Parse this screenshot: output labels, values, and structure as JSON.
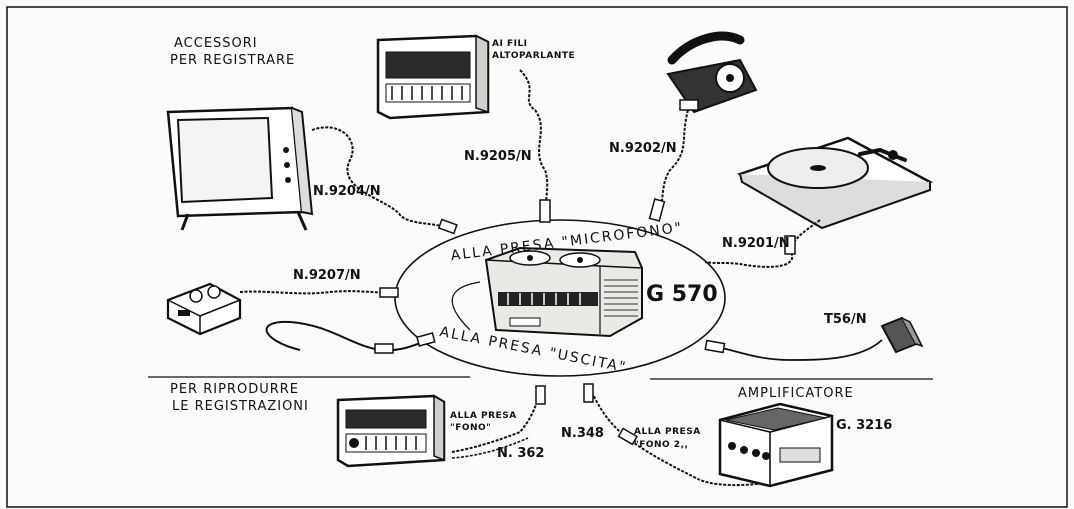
{
  "headings": {
    "record": [
      "ACCESSORI",
      "PER REGISTRARE"
    ],
    "play": [
      "PER RIPRODURRE",
      "LE REGISTRAZIONI"
    ],
    "amplifier": "AMPLIFICATORE"
  },
  "arc_labels": {
    "microphone": "ALLA PRESA \"MICROFONO\"",
    "output": "ALLA PRESA \"USCITA\""
  },
  "model": "G 570",
  "notes": {
    "speaker_wires": [
      "AI FILI",
      "ALTOPARLANTE"
    ],
    "fono": [
      "ALLA PRESA",
      "\"FONO\""
    ],
    "fono2": [
      "ALLA PRESA",
      "\"FONO 2,,"
    ]
  },
  "codes": {
    "tv": "N.9204/N",
    "radio": "N.9205/N",
    "phone": "N.9202/N",
    "turntable": "N.9201/N",
    "mixer": "N.9207/N",
    "pickup": "T56/N",
    "radio2": "N. 362",
    "amp_cable": "N.348",
    "amp": "G. 3216"
  }
}
